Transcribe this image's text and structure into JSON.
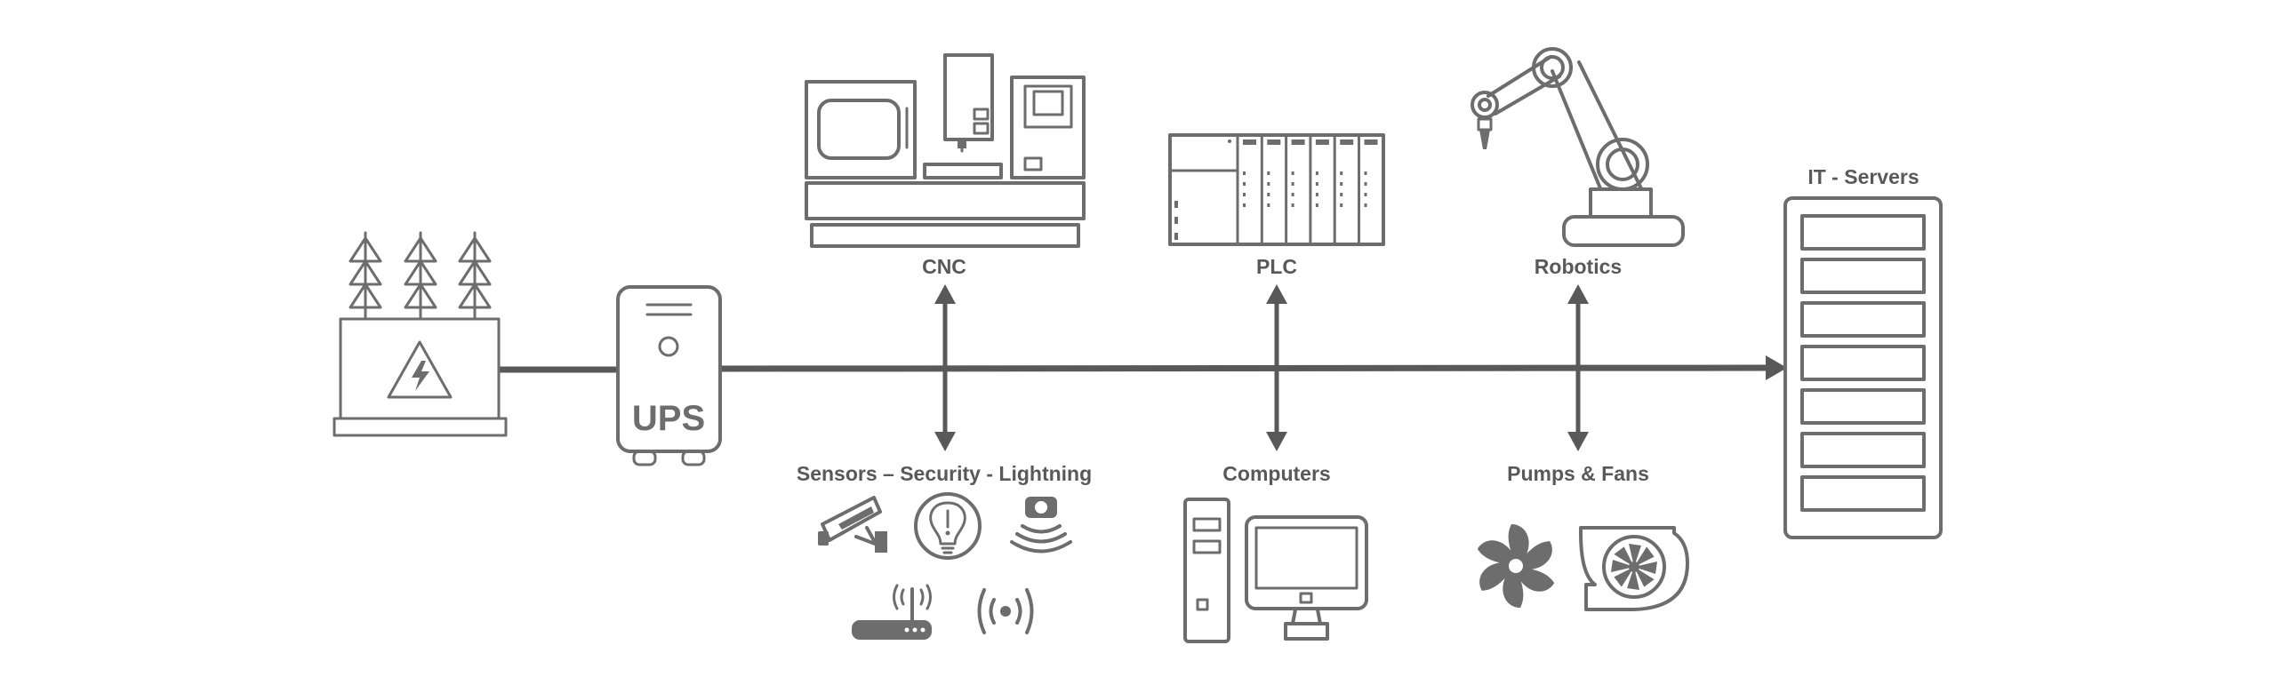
{
  "labels": {
    "ups": "UPS",
    "cnc": "CNC",
    "plc": "PLC",
    "robotics": "Robotics",
    "it_servers": "IT - Servers",
    "sensors": "Sensors – Security - Lightning",
    "computers": "Computers",
    "pumps": "Pumps & Fans"
  },
  "colors": {
    "line": "#595959",
    "icon": "#6d6d6d",
    "background": "#ffffff"
  },
  "icons": [
    "transformer-icon",
    "ups-icon",
    "cnc-machine-icon",
    "plc-icon",
    "robot-arm-icon",
    "server-rack-icon",
    "security-camera-icon",
    "light-bulb-icon",
    "motion-sensor-icon",
    "wifi-router-icon",
    "wireless-signal-icon",
    "desktop-tower-icon",
    "monitor-icon",
    "fan-icon",
    "pump-icon"
  ]
}
